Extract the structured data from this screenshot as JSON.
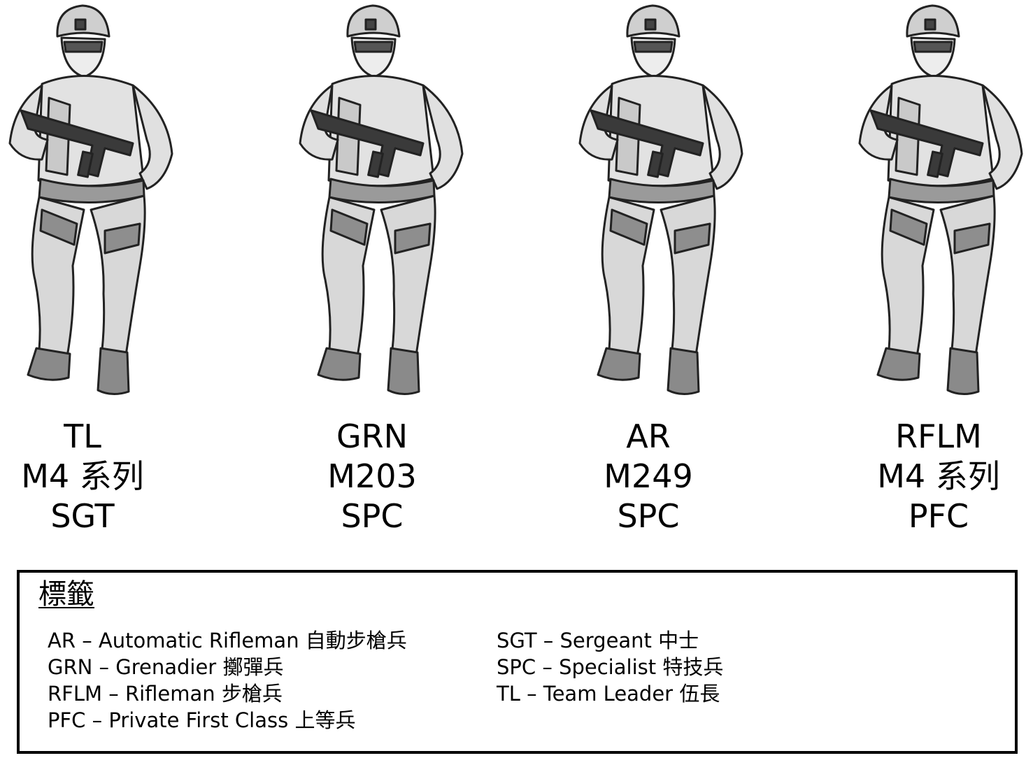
{
  "units": [
    {
      "role": "TL",
      "weapon": "M4 系列",
      "rank": "SGT"
    },
    {
      "role": "GRN",
      "weapon": "M203",
      "rank": "SPC"
    },
    {
      "role": "AR",
      "weapon": "M249",
      "rank": "SPC"
    },
    {
      "role": "RFLM",
      "weapon": "M4 系列",
      "rank": "PFC"
    }
  ],
  "legend": {
    "title": "標籤",
    "left_items": [
      "AR – Automatic Rifleman 自動步槍兵",
      "GRN – Grenadier 擲彈兵",
      "RFLM – Rifleman 步槍兵",
      "PFC – Private First Class 上等兵"
    ],
    "right_items": [
      "SGT – Sergeant 中士",
      "SPC – Specialist 特技兵",
      "TL – Team Leader 伍長"
    ]
  }
}
